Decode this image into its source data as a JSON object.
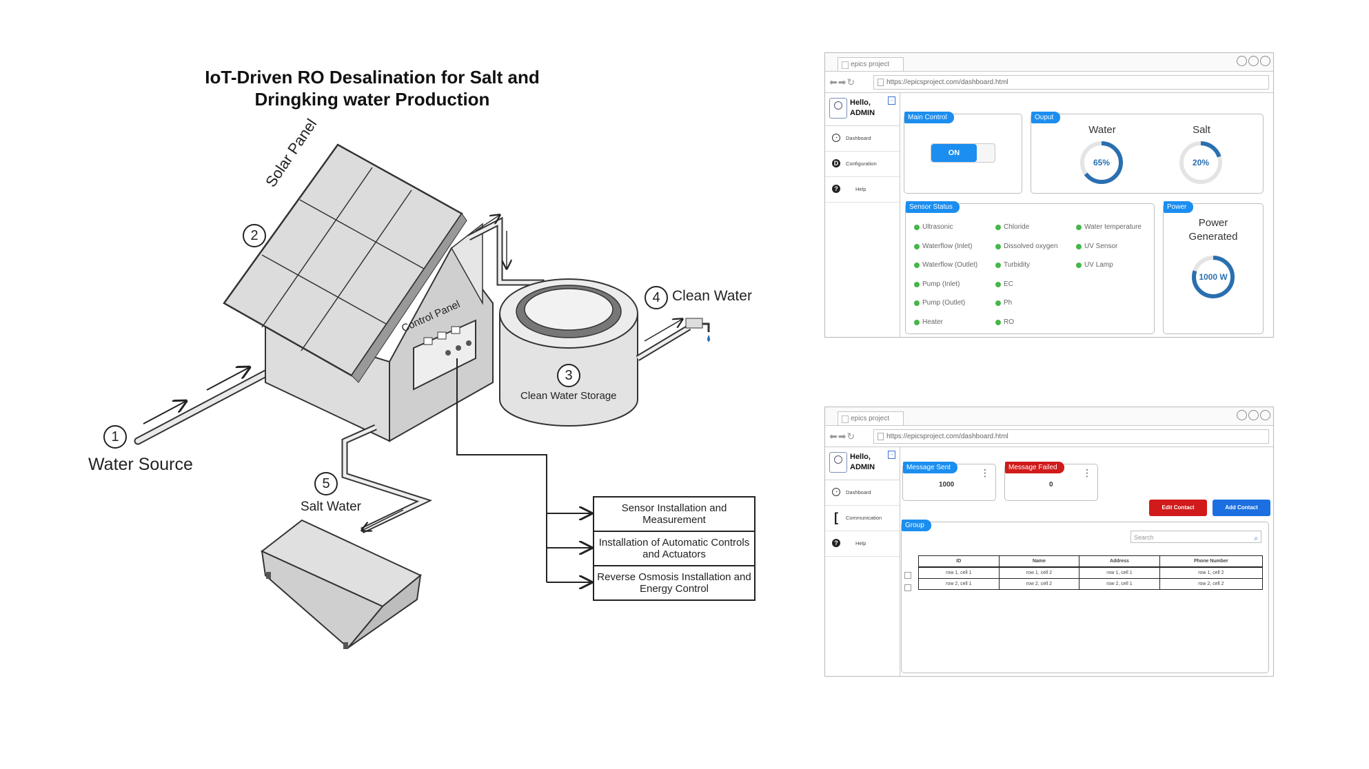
{
  "diagram": {
    "title_line1": "IoT-Driven RO Desalination for Salt  and",
    "title_line2": "Dringking water Production",
    "labels": {
      "solar_panel": "Solar Panel",
      "control_panel": "Control Panel",
      "clean_water_storage": "Clean Water Storage",
      "clean_water": "Clean Water",
      "water_source": "Water Source",
      "salt_water": "Salt Water"
    },
    "numbers": {
      "water_source": "1",
      "solar_panel": "2",
      "storage": "3",
      "clean_water": "4",
      "salt_water": "5"
    },
    "steps": [
      "Sensor Installation and Measurement",
      "Installation of Automatic Controls and Actuators",
      "Reverse Osmosis Installation and Energy Control"
    ]
  },
  "browser": {
    "tab_title": "epics project",
    "url": "https://epicsproject.com/dashboard.html",
    "greeting_line1": "Hello,",
    "greeting_line2": "ADMIN"
  },
  "dashboard": {
    "nav": [
      "Dashboard",
      "Configuration",
      "Help"
    ],
    "main_control": {
      "title": "Main Control",
      "toggle_label": "ON"
    },
    "output": {
      "title": "Ouput",
      "water": {
        "label": "Water",
        "value_text": "65%",
        "fraction": 0.65
      },
      "salt": {
        "label": "Salt",
        "value_text": "20%",
        "fraction": 0.2
      }
    },
    "sensor_status": {
      "title": "Sensor Status",
      "col1": [
        "Ultrasonic",
        "Waterflow (Inlet)",
        "Waterflow (Outlet)",
        "Pump (Inlet)",
        "Pump (Outlet)",
        "Heater"
      ],
      "col2": [
        "Chloride",
        "Dissolved oxygen",
        "Turbidity",
        "EC",
        "Ph",
        "RO"
      ],
      "col3": [
        "Water temperature",
        "UV Sensor",
        "UV Lamp"
      ],
      "status_color": "#45b649"
    },
    "power": {
      "title": "Power",
      "label": "Power Generated",
      "value_text": "1000 W",
      "fraction": 0.8
    }
  },
  "communication": {
    "nav": [
      "Dashboard",
      "Communication",
      "Help"
    ],
    "message_sent": {
      "title": "Message Sent",
      "value": "1000"
    },
    "message_failed": {
      "title": "Message Failed",
      "value": "0"
    },
    "edit_contact": "Edit Contact",
    "add_contact": "Add Contact",
    "group": {
      "title": "Group",
      "search_placeholder": "Search",
      "columns": [
        "ID",
        "Name",
        "Address",
        "Phone Number"
      ],
      "rows": [
        [
          "row 1, cell 1",
          "row 1, cell 2",
          "row 1, cell 1",
          "row 1, cell 2"
        ],
        [
          "row 2, cell 1",
          "row 2, cell 2",
          "row 2, cell 1",
          "row 2, cell 2"
        ]
      ]
    }
  },
  "colors": {
    "accent": "#1b8ef0",
    "danger": "#d11a1a",
    "gauge": "#2a6fb0"
  }
}
